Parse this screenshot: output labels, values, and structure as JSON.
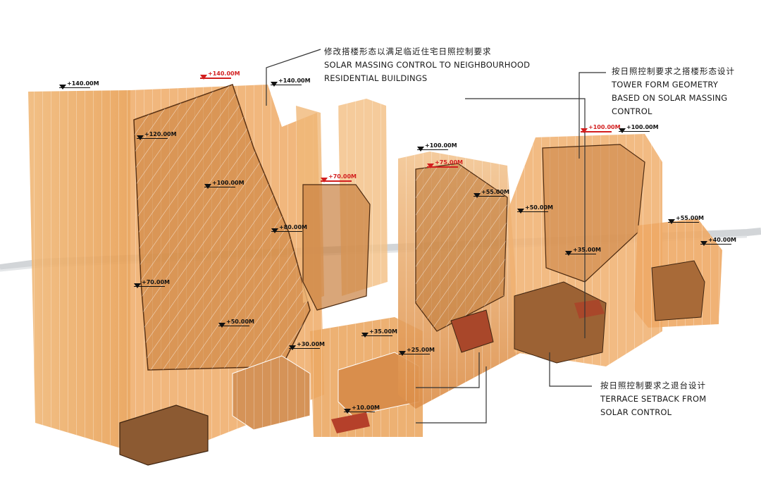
{
  "annotations": {
    "solar_massing": {
      "cn": "修改搭楼形态以满足临近住宅日照控制要求",
      "en1": "SOLAR MASSING CONTROL TO NEIGHBOURHOOD",
      "en2": "RESIDENTIAL BUILDINGS"
    },
    "tower_form": {
      "cn": "按日照控制要求之搭楼形态设计",
      "en1": "TOWER FORM GEOMETRY",
      "en2": "BASED ON SOLAR MASSING",
      "en3": "CONTROL"
    },
    "terrace_setback": {
      "cn": "按日照控制要求之退台设计",
      "en1": "TERRACE SETBACK FROM",
      "en2": "SOLAR CONTROL"
    }
  },
  "levels": {
    "l140a": "+140.00M",
    "l140red": "+140.00M",
    "l140b": "+140.00M",
    "l120": "+120.00M",
    "l100a": "+100.00M",
    "l80": "+80.00M",
    "l70red": "+70.00M",
    "l70": "+70.00M",
    "l60": "+50.00M",
    "l30a": "+30.00M",
    "l35": "+35.00M",
    "l25": "+25.00M",
    "l10": "+10.00M",
    "l100b": "+100.00M",
    "l75red": "+75.00M",
    "l55a": "+55.00M",
    "l50": "+50.00M",
    "l35b": "+35.00M",
    "l100red": "+100.00M",
    "l100c": "+100.00M",
    "l55b": "+55.00M",
    "l40": "+40.00M"
  },
  "colors": {
    "mass_light": "#f5c48a",
    "mass_mid": "#e9a05a",
    "mass_dark": "#b86a2a",
    "mass_shadow": "#7a4a24",
    "terrace_red": "#b5402a",
    "outline": "#ffffff",
    "leader": "#333333",
    "level_red": "#d21f1f"
  }
}
